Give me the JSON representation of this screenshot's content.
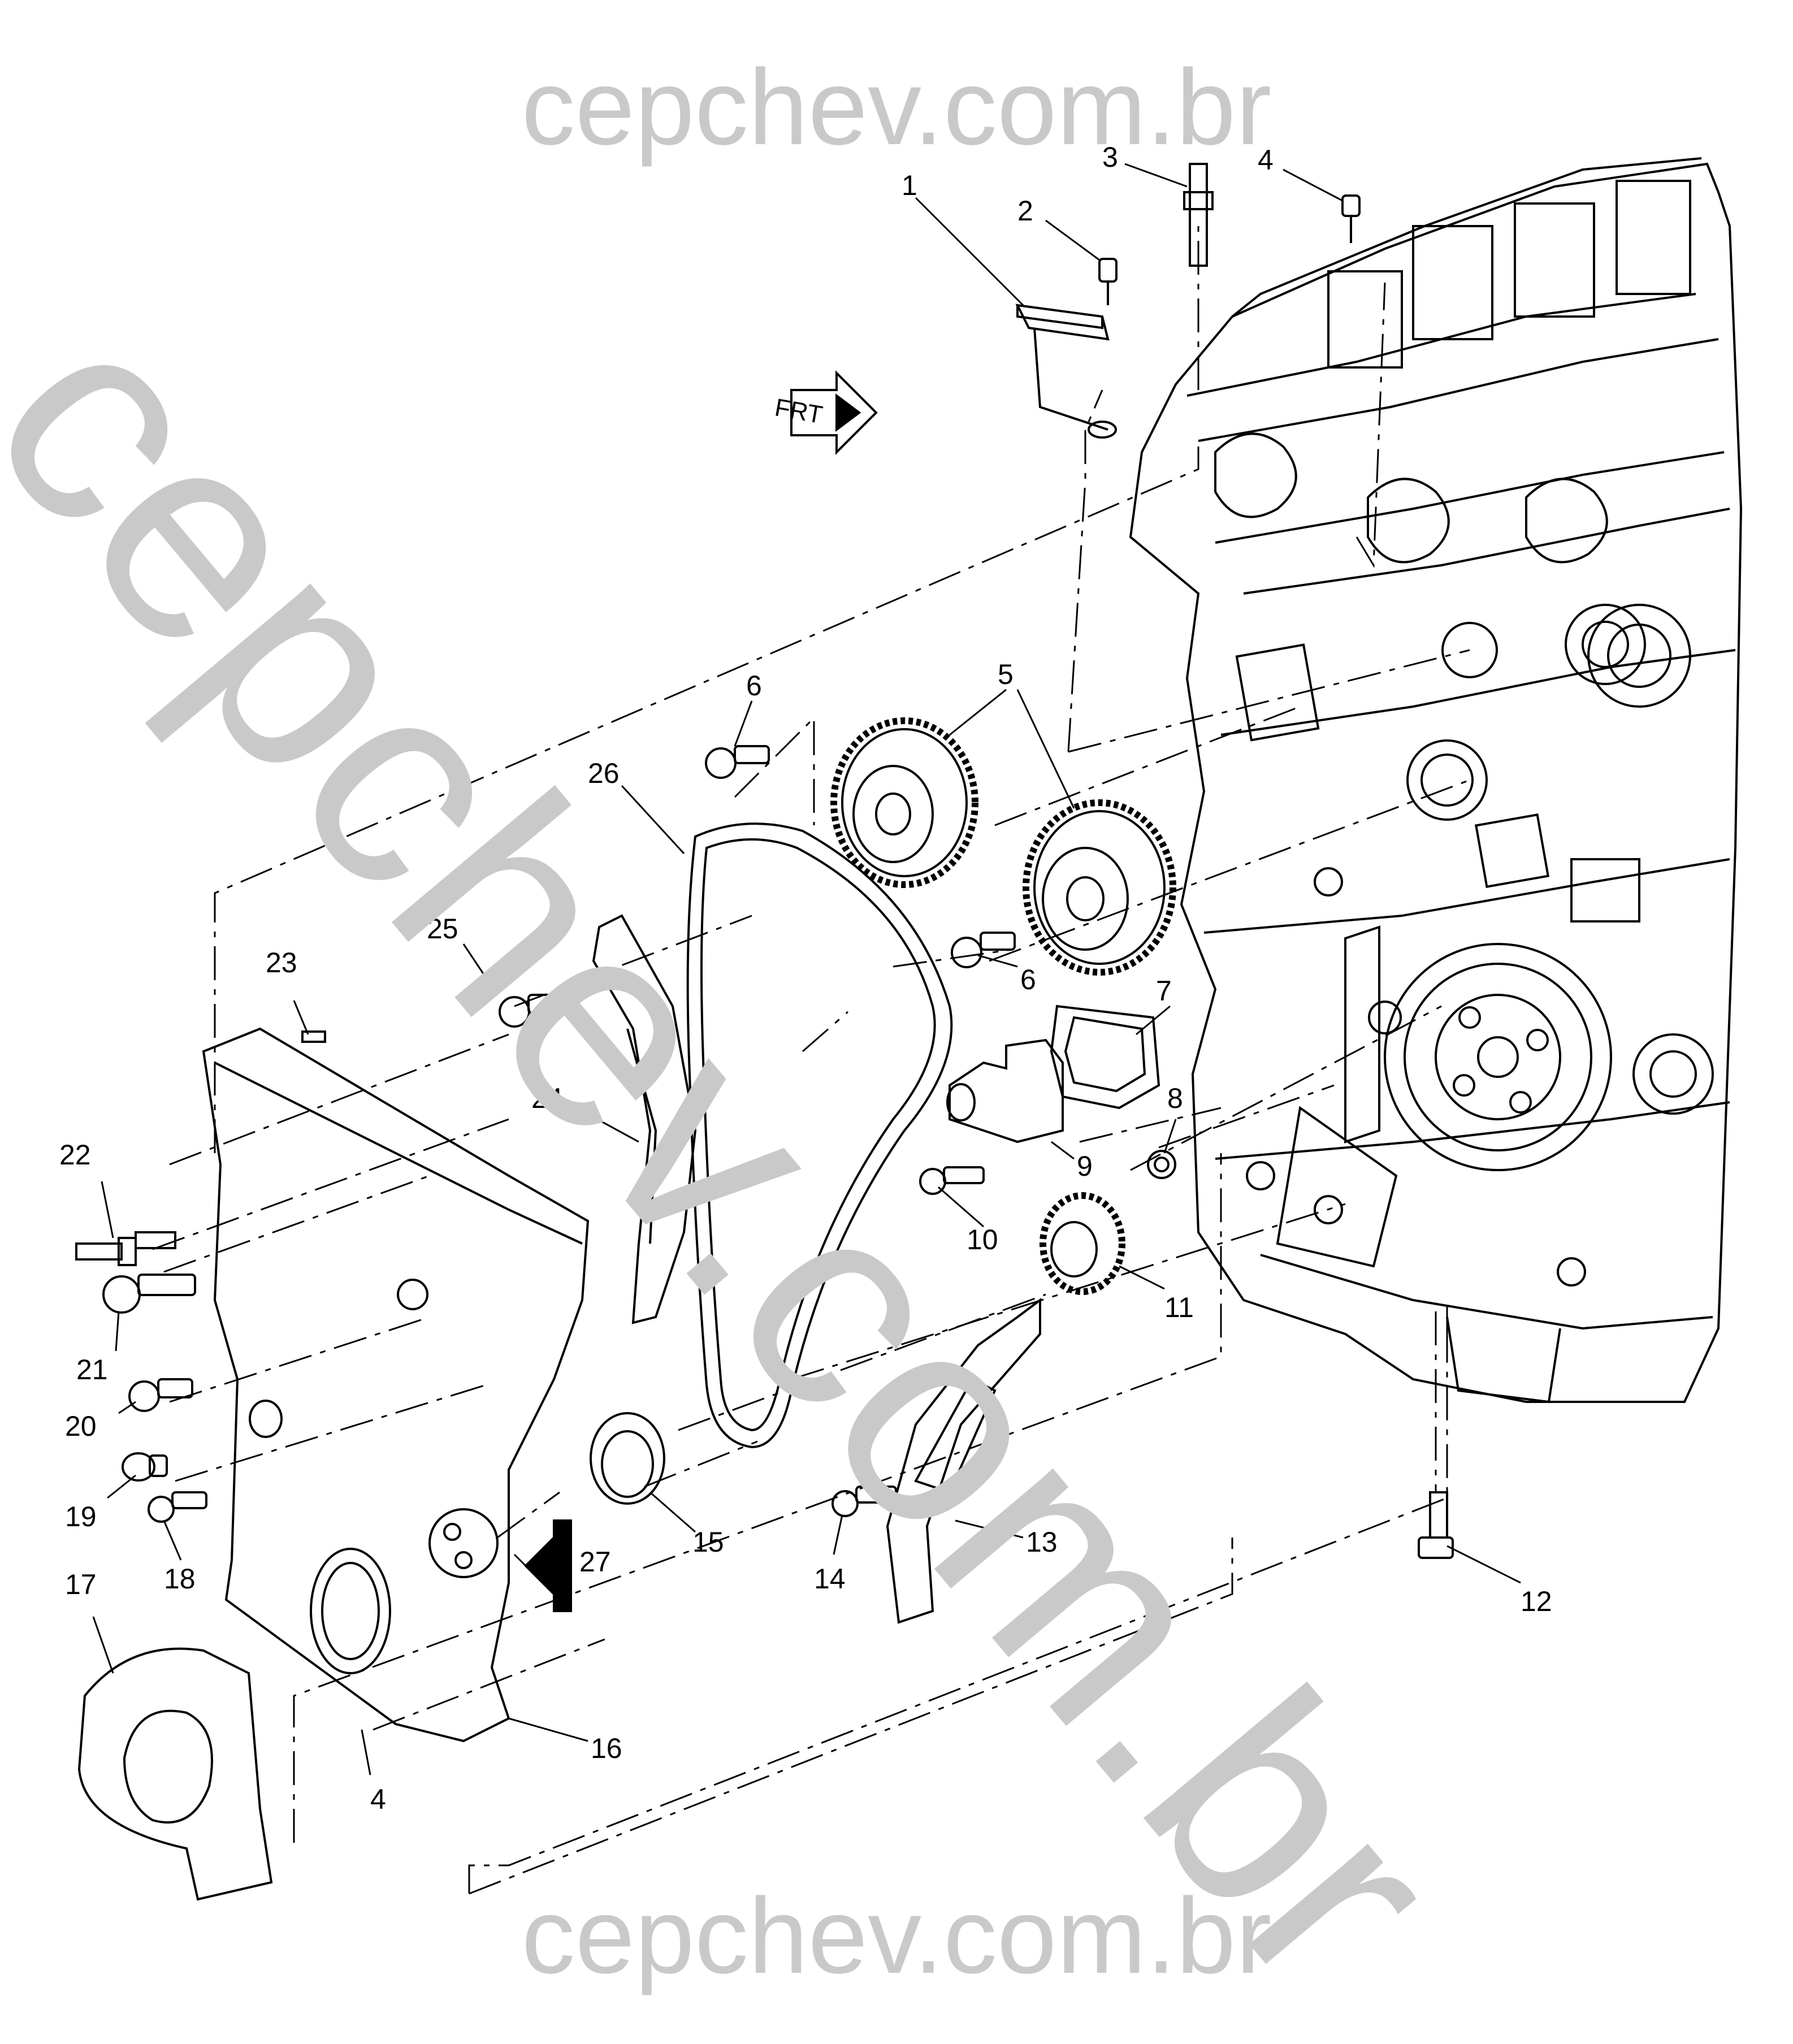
{
  "watermark": {
    "top": "cepchev.com.br",
    "bottom": "cepchev.com.br",
    "diagonal": "cepchev.com.br"
  },
  "front_indicator": "FRT",
  "callouts": {
    "c1": "1",
    "c2": "2",
    "c3": "3",
    "c4a": "4",
    "c4b": "4",
    "c5": "5",
    "c6a": "6",
    "c6b": "6",
    "c7": "7",
    "c8": "8",
    "c9": "9",
    "c10": "10",
    "c11": "11",
    "c12": "12",
    "c13": "13",
    "c14": "14",
    "c15": "15",
    "c16": "16",
    "c17": "17",
    "c18": "18",
    "c19": "19",
    "c20": "20",
    "c21": "21",
    "c22": "22",
    "c23": "23",
    "c24": "24",
    "c25": "25",
    "c26": "26",
    "c27": "27"
  },
  "colors": {
    "line": "#000000",
    "watermark": "#c9c9c9",
    "background": "#ffffff"
  }
}
